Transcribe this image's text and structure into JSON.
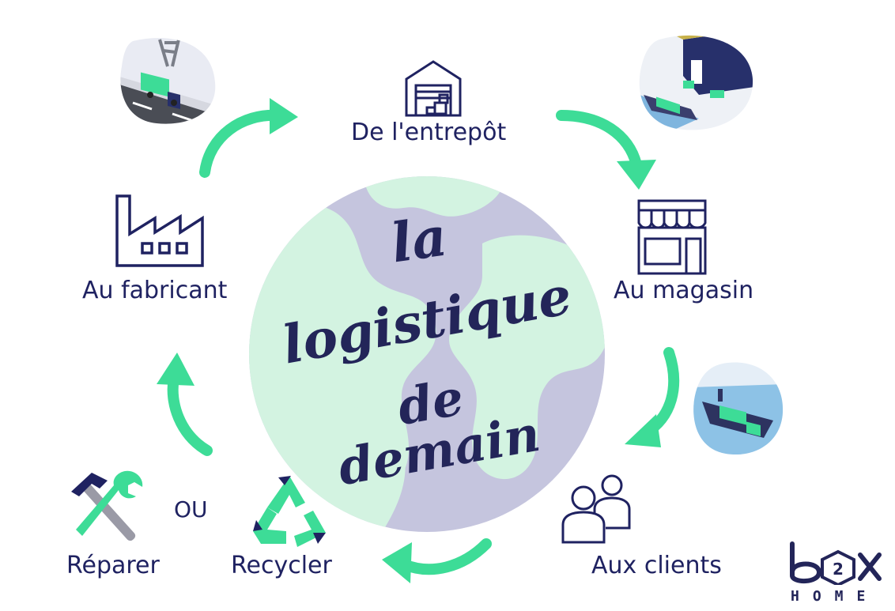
{
  "center": {
    "line1": "la",
    "line2": "logistique",
    "line3": "de demain"
  },
  "steps": {
    "entrepot": "De l'entrepôt",
    "magasin": "Au magasin",
    "clients": "Aux clients",
    "recycler": "Recycler",
    "ou": "OU",
    "reparer": "Réparer",
    "fabricant": "Au fabricant"
  },
  "logo": {
    "wordmark": "box",
    "badge": "2",
    "sub": "HOME"
  },
  "colors": {
    "navy": "#1f2261",
    "arrow_green": "#3ddc97",
    "globe_ocean": "#c5c5de",
    "globe_land": "#d3f3e1"
  }
}
